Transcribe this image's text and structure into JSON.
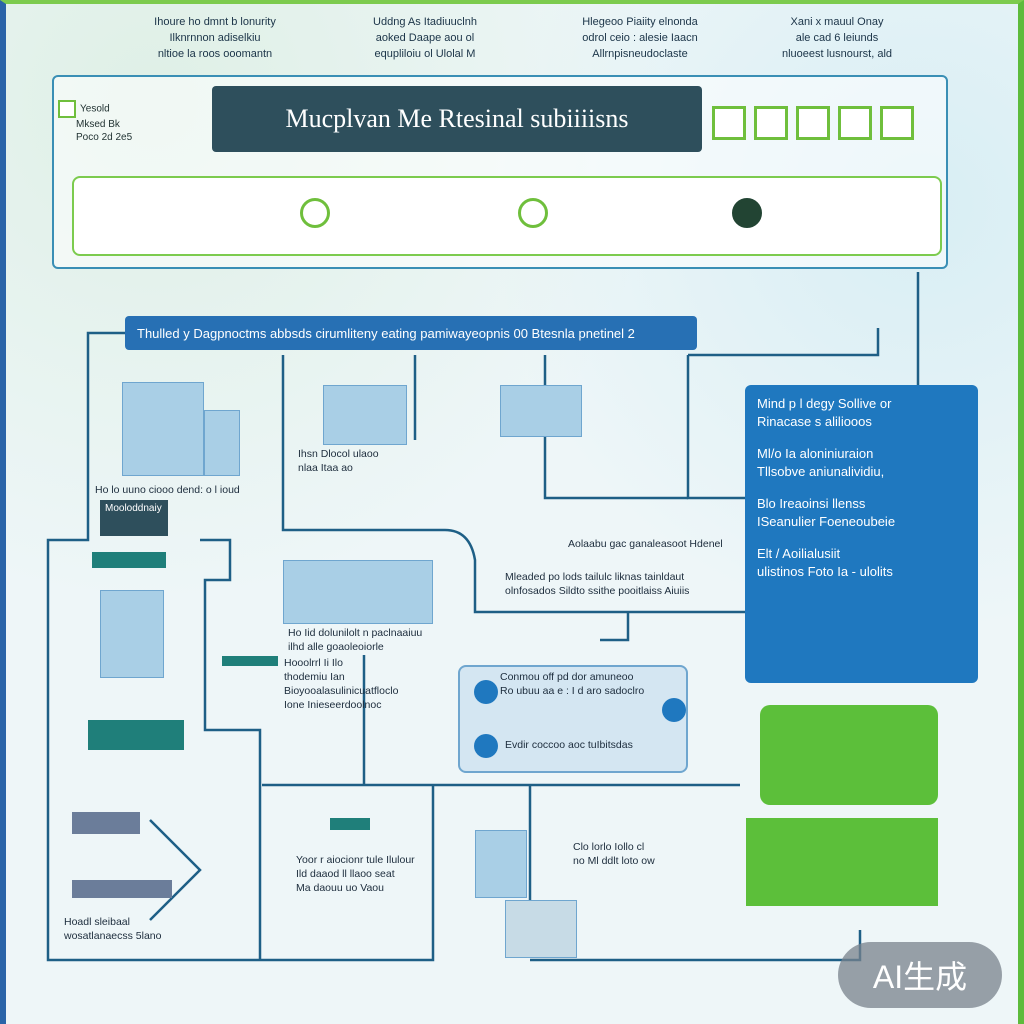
{
  "header": {
    "title": "Mucplvan Me Rtesinal subiiiisns",
    "legend": [
      "Yesold",
      "Mksed Bk",
      "Poco 2d 2e5"
    ]
  },
  "steps": [
    {
      "text": "Ihoure ho dmnt b lonurity\nIlknrnnon adiselkiu\nnltioe la roos ooomantn"
    },
    {
      "text": "Uddng As Itadiuuclnh\naoked Daape aou ol\nequpliloiu ol Ulolal M"
    },
    {
      "text": "Hlegeoo Piaiity elnonda\nodrol ceio : alesie Iaacn\nAllrnpisneudoclaste"
    },
    {
      "text": "Xani x mauul Onay\nale cad 6 leiunds\nnluoeest lusnourst, ald"
    }
  ],
  "banner": "Thulled y Dagpnoctms abbsds cirumliteny eating pamiwayeopnis 00 Btesnla pnetinel 2",
  "side_panel": [
    "Mind p l degy Sollive or\nRinacase s aliliooos",
    "Ml/o Ia aloniniuraion\nTllsobve aniunalividiu,",
    "Blo Ireaoinsi llenss\nISeanulier Foeneoubeie",
    "Elt / Aoilialusiit\nulistinos Foto Ia - ulolits"
  ],
  "labels": {
    "a": "Ho lo uuno ciooo dend: o l ioud",
    "b": "Mooloddnaiy",
    "c": "Ihsn Dlocol ulaoo\nnlaa Itaa ao",
    "d": "Ho Iid dolunilolt n paclnaaiuu\nilhd alle goaoleoiorle",
    "e": "Aolaabu gac ganaleasoot Hdenel",
    "f": "Mleaded po lods tailulc liknas tainldaut\nolnfosados Sildto ssithe pooitlaiss Aiuiis",
    "g": "Hooolrrl Ii Ilo\nthodemiu Ian\nBioyooalasulinicuatfloclo\nIone Inieseerdoolnoc",
    "h": "Conmou off pd dor amuneoo\nRo ubuu aa e : I d aro sadoclro",
    "i": "Evdir coccoo aoc tuIbitsdas",
    "j": "Yoor r aiocionr tule Ilulour\nIld daaod ll llaoo seat\nMa daouu uo Vaou",
    "k": "Hoadl sleibaal\nwosatlanaecss 5lano",
    "l": "Clo lorlo Iollo cl\nno Ml ddlt loto ow"
  },
  "badge": "AI生成",
  "colors": {
    "accent_blue": "#1f78bf",
    "accent_green": "#5cbf3a",
    "dark": "#2e4f5c"
  }
}
